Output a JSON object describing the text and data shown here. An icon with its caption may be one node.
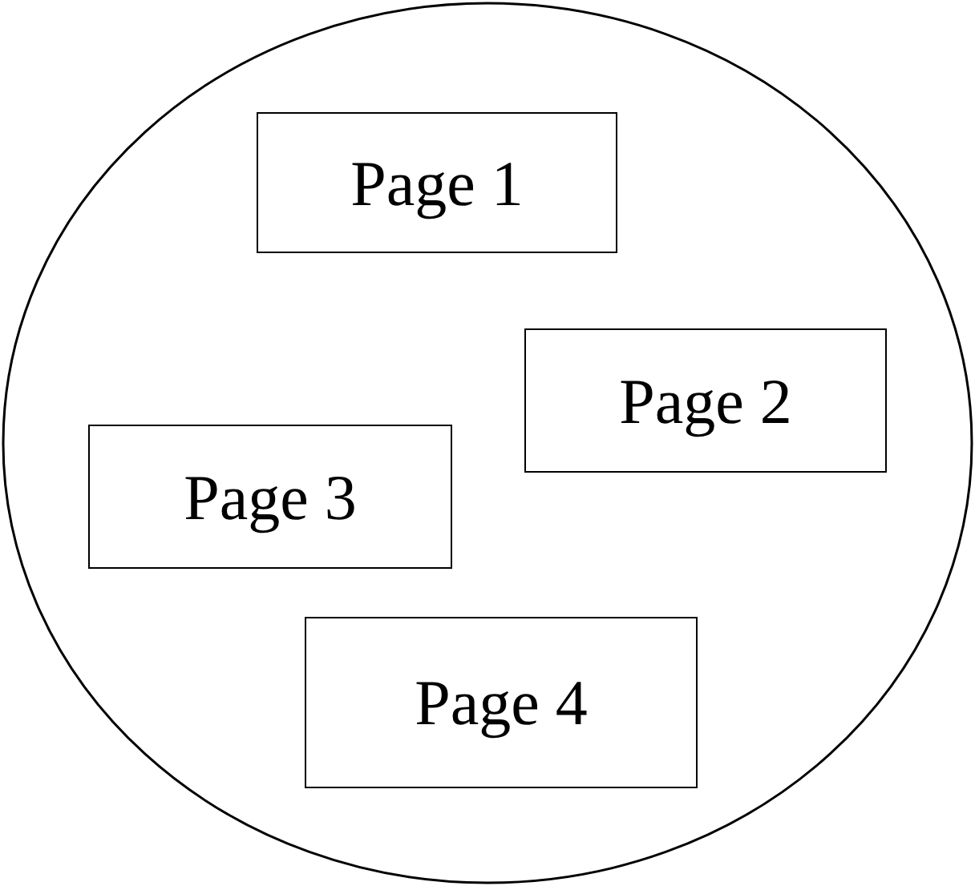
{
  "diagram": {
    "nodes": [
      {
        "text": [],
        "shape": "circle"
      },
      {
        "text": [
          "Page 1"
        ],
        "in": 0
      },
      {
        "text": [
          "Page 2"
        ],
        "in": 0
      },
      {
        "text": [
          "Page 3"
        ],
        "in": 0
      },
      {
        "text": [
          "Page 4"
        ],
        "in": 0
      }
    ]
  }
}
